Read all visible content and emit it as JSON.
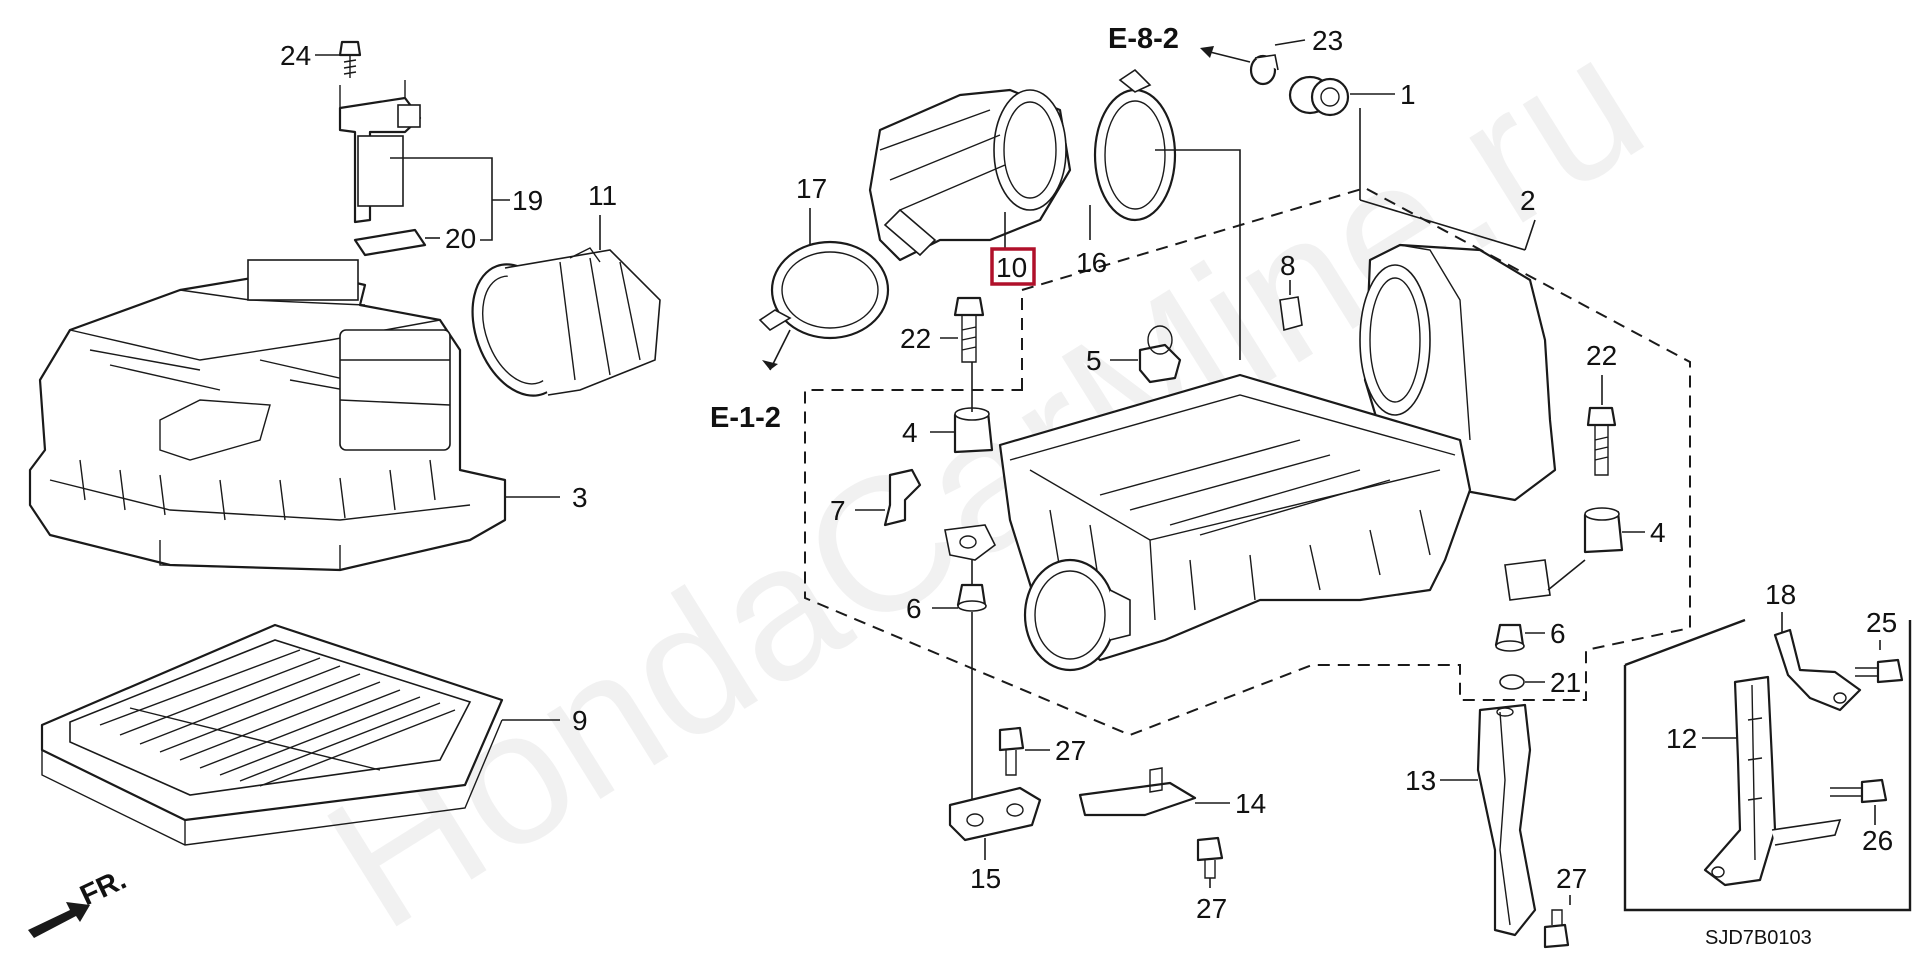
{
  "watermark": "HondaCarMine.ru",
  "diagram_code": "SJD7B0103",
  "front_indicator": "FR.",
  "references": {
    "e82": "E-8-2",
    "e12": "E-1-2"
  },
  "highlighted_part": "10",
  "callouts": {
    "p1": "1",
    "p2": "2",
    "p3": "3",
    "p4a": "4",
    "p4b": "4",
    "p5": "5",
    "p6a": "6",
    "p6b": "6",
    "p7": "7",
    "p8": "8",
    "p9": "9",
    "p10": "10",
    "p11": "11",
    "p12": "12",
    "p13": "13",
    "p14": "14",
    "p15": "15",
    "p16": "16",
    "p17": "17",
    "p18": "18",
    "p19": "19",
    "p20": "20",
    "p21": "21",
    "p22a": "22",
    "p22b": "22",
    "p23": "23",
    "p24": "24",
    "p25": "25",
    "p26": "26",
    "p27a": "27",
    "p27b": "27",
    "p27c": "27"
  },
  "colors": {
    "line": "#1a1a1a",
    "highlight": "#b0102a",
    "background": "#ffffff"
  }
}
